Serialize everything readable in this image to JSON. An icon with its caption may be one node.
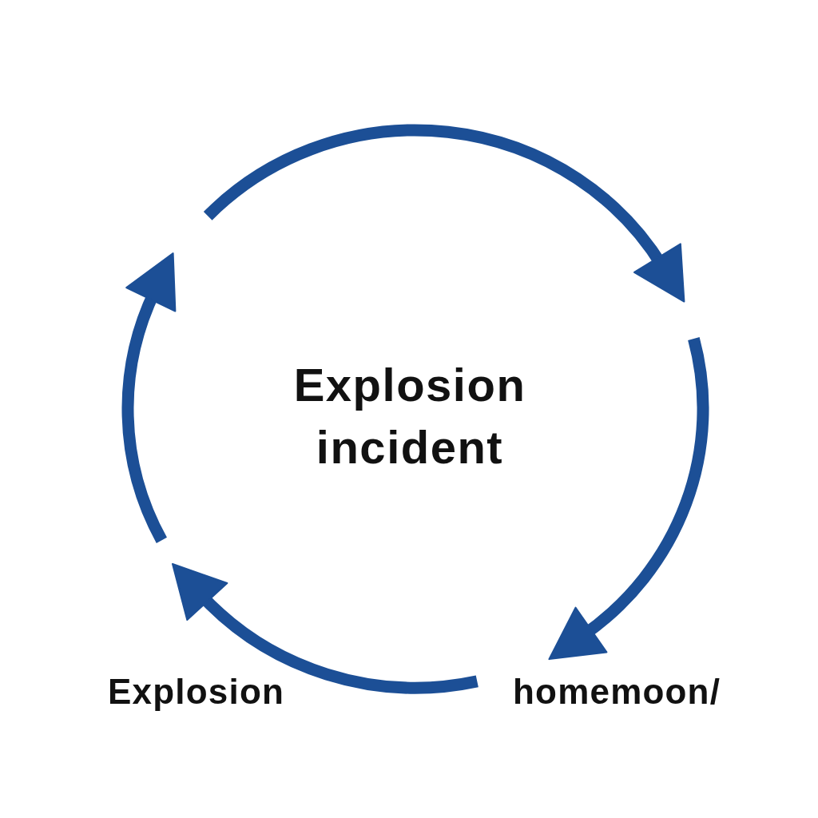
{
  "diagram": {
    "nodes": [
      {
        "text": [
          "Explosion"
        ]
      },
      {
        "text": [
          "homemoon/"
        ]
      }
    ],
    "edges": [
      {
        "from": null,
        "to": 1,
        "arrow": "to"
      },
      {
        "from": 1,
        "to": 0,
        "arrow": "to"
      }
    ],
    "labels": [
      "Explosion incident"
    ]
  }
}
